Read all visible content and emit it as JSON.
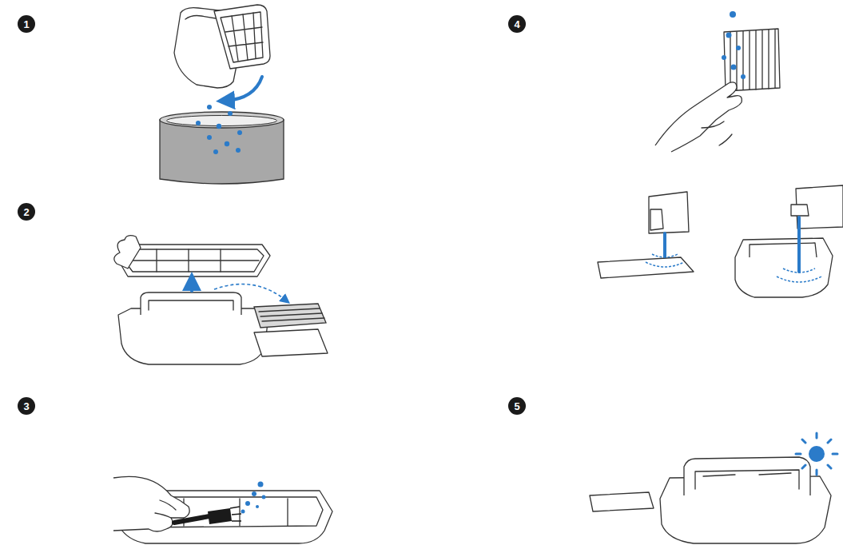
{
  "diagram": {
    "nodes": [
      {
        "text": [
          "1"
        ]
      },
      {
        "text": [
          "4"
        ]
      },
      {
        "text": [
          "2"
        ]
      },
      {
        "text": [
          "3"
        ]
      },
      {
        "text": [
          "5"
        ]
      }
    ]
  }
}
